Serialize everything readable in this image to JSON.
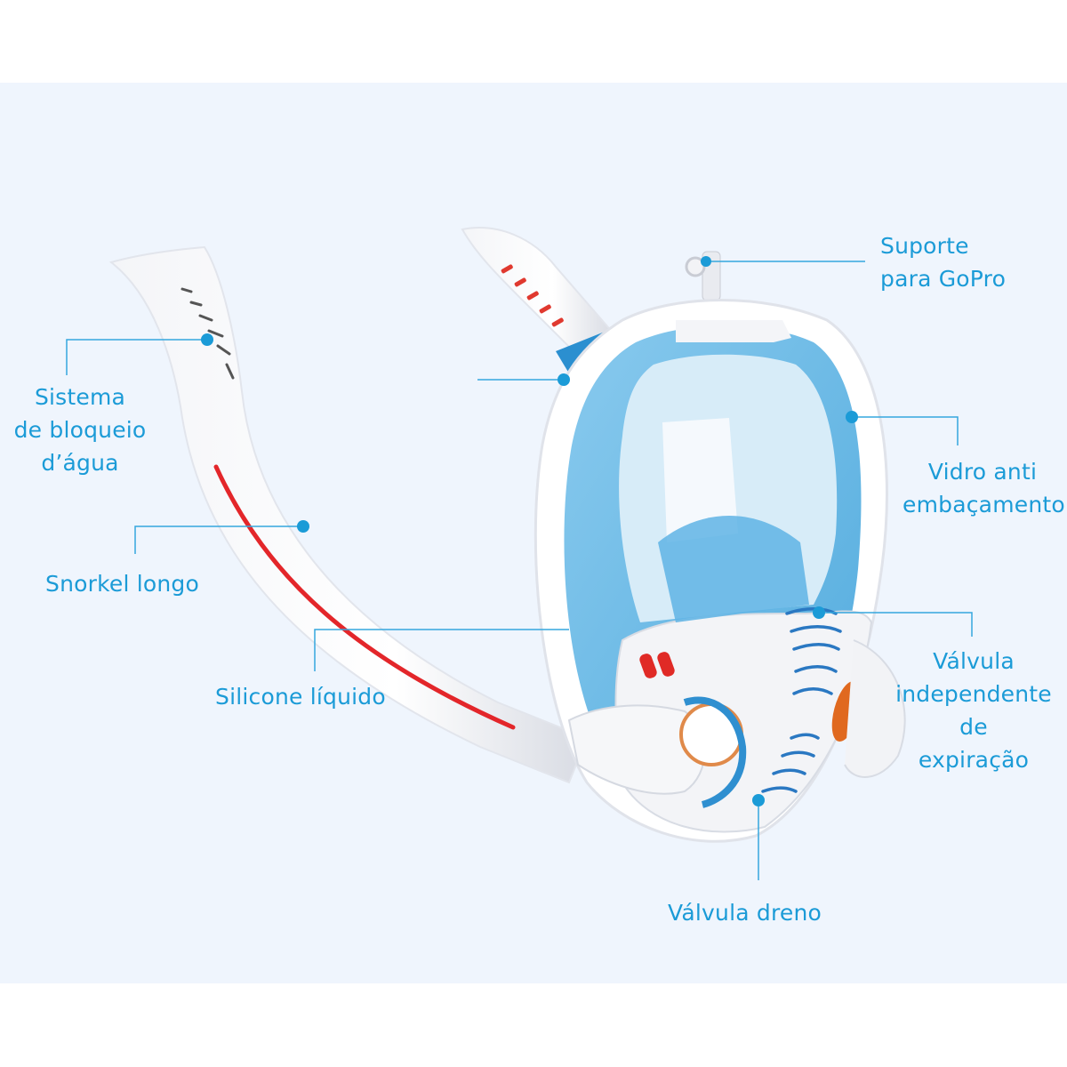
{
  "diagram": {
    "subject": "Full-face snorkel mask with dual snorkel tubes",
    "accent_color": "#1b9bd7",
    "callouts": [
      {
        "id": "gopro",
        "lines": [
          "Suporte",
          "para GoPro"
        ]
      },
      {
        "id": "water-block",
        "lines": [
          "Sistema",
          "de bloqueio",
          "d’água"
        ]
      },
      {
        "id": "anti-fog",
        "lines": [
          "Vidro anti",
          "embaçamento"
        ]
      },
      {
        "id": "long-snorkel",
        "lines": [
          "Snorkel longo"
        ]
      },
      {
        "id": "liquid-silicone",
        "lines": [
          "Silicone líquido"
        ]
      },
      {
        "id": "exhale-valve",
        "lines": [
          "Válvula",
          "independente",
          "de",
          "expiração"
        ]
      },
      {
        "id": "drain-valve",
        "lines": [
          "Válvula dreno"
        ]
      }
    ]
  }
}
